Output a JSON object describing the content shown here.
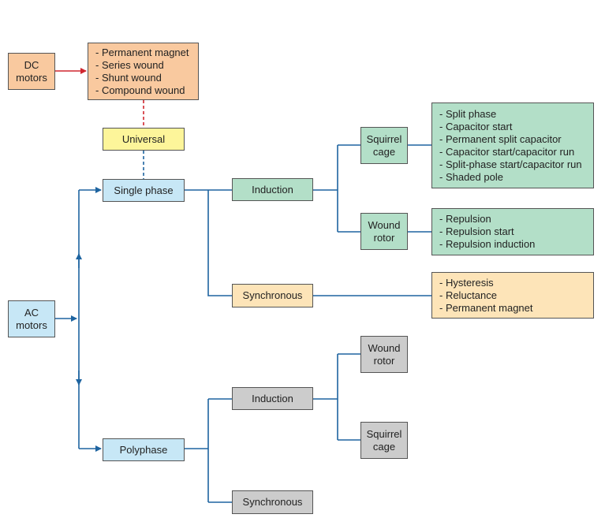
{
  "colors": {
    "connector": "#1e64a0",
    "dc_arrow": "#d0262f",
    "dc_box": "#f9c99f",
    "universal_box": "#fdf59a",
    "ac_box": "#c7e7f6",
    "induction_box": "#b3dfc8",
    "synchronous_box": "#fde4b8",
    "polyphase_box": "#cccccc"
  },
  "nodes": {
    "dc_motors": "DC\nmotors",
    "dc_types": [
      "- Permanent magnet",
      "- Series wound",
      "- Shunt wound",
      "- Compound wound"
    ],
    "universal": "Universal",
    "ac_motors": "AC\nmotors",
    "single_phase": "Single phase",
    "sp_induction": "Induction",
    "sp_synchronous": "Synchronous",
    "sp_squirrel_cage": "Squirrel\ncage",
    "sp_wound_rotor": "Wound\nrotor",
    "squirrel_cage_types": [
      "- Split phase",
      "- Capacitor start",
      "- Permanent split capacitor",
      "- Capacitor start/capacitor run",
      "- Split-phase start/capacitor run",
      "- Shaded pole"
    ],
    "wound_rotor_types": [
      "- Repulsion",
      "- Repulsion start",
      "- Repulsion induction"
    ],
    "synchronous_types": [
      "- Hysteresis",
      "- Reluctance",
      "- Permanent magnet"
    ],
    "polyphase": "Polyphase",
    "pp_induction": "Induction",
    "pp_synchronous": "Synchronous",
    "pp_wound_rotor": "Wound\nrotor",
    "pp_squirrel_cage": "Squirrel\ncage"
  }
}
